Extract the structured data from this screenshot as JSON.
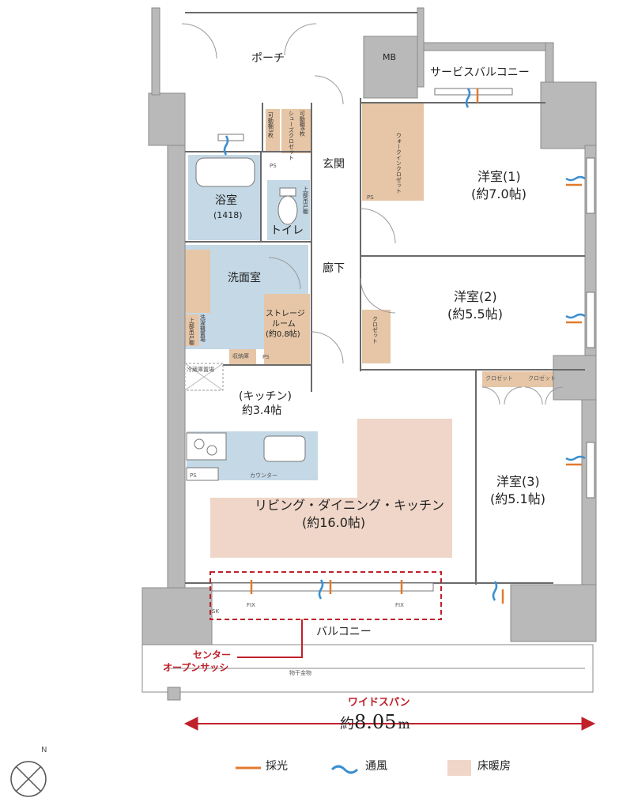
{
  "rooms": {
    "porch": "ポーチ",
    "mb": "MB",
    "service_balcony": "サービスバルコニー",
    "entrance": "玄関",
    "bath_name": "浴室",
    "bath_size": "(1418)",
    "toilet": "トイレ",
    "washroom": "洗面室",
    "hallway": "廊下",
    "storage_name": "ストレージ",
    "storage_name2": "ルーム",
    "storage_size": "(約0.8帖)",
    "western1_name": "洋室(1)",
    "western1_size": "(約7.0帖)",
    "western2_name": "洋室(2)",
    "western2_size": "(約5.5帖)",
    "western3_name": "洋室(3)",
    "western3_size": "(約5.1帖)",
    "kitchen_name": "(キッチン)",
    "kitchen_size": "約3.4帖",
    "ldk_name": "リビング・ダイニング・キッチン",
    "ldk_size": "(約16.0帖)",
    "balcony": "バルコニー"
  },
  "fixtures": {
    "ps": "PS",
    "shoe_closet": "シューズクロゼット",
    "movable_shelf": "可動棚6枚",
    "movable_shelf_left": "可動棚3枚",
    "walk_in_closet": "ウォークインクロゼット",
    "closet": "クロゼット",
    "storage_unit": "収納庫",
    "fridge_space": "冷蔵庫置場",
    "counter": "カウンター",
    "fix": "FIX",
    "sk": "SK",
    "laundry_rack": "物干金物",
    "toilet_cabinet": "上部吊戸棚",
    "wash_cabinet": "洗濯機置場",
    "linen": "上部吊戸棚"
  },
  "annotations": {
    "center_sash_line1": "センター",
    "center_sash_line2": "オープンサッシ",
    "wide_span_title": "ワイドスパン",
    "wide_span_prefix": "約",
    "wide_span_value": "8.05",
    "wide_span_unit": "m",
    "compass": "N"
  },
  "legend": {
    "daylight": "採光",
    "ventilation": "通風",
    "floor_heating": "床暖房"
  },
  "colors": {
    "wall": "#b9b9b9",
    "wet_area": "#c4d8e6",
    "storage": "#e6c6a6",
    "floor_heating": "#efd6c8",
    "daylight_arrow": "#e07a2e",
    "ventilation_arrow": "#3a8fd0",
    "accent_red": "#c0202a"
  }
}
